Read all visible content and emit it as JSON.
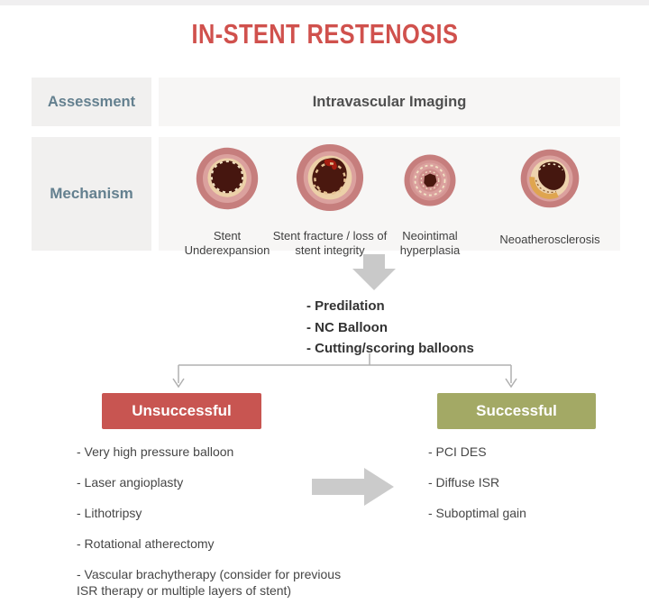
{
  "title": "IN-STENT RESTENOSIS",
  "colors": {
    "title_red": "#d0514d",
    "row_label_blue": "#64808f",
    "panel_gray": "#f7f6f5",
    "unsuccessful_bg": "#c85551",
    "successful_bg": "#a3a965",
    "arrow_gray": "#c9c9c9"
  },
  "assessment": {
    "label": "Assessment",
    "value": "Intravascular Imaging"
  },
  "mechanism": {
    "label": "Mechanism",
    "items": [
      {
        "label": "Stent Underexpansion",
        "icon": "stent-underexpansion-icon"
      },
      {
        "label": "Stent fracture / loss of stent integrity",
        "icon": "stent-fracture-icon"
      },
      {
        "label": "Neointimal hyperplasia",
        "icon": "neointimal-hyperplasia-icon"
      },
      {
        "label": "Neoatherosclerosis",
        "icon": "neoatherosclerosis-icon"
      }
    ]
  },
  "initial_treatment": {
    "items": [
      "- Predilation",
      "- NC Balloon",
      "- Cutting/scoring balloons"
    ]
  },
  "outcomes": {
    "unsuccessful": {
      "label": "Unsuccessful",
      "items": [
        "- Very high pressure balloon",
        "- Laser angioplasty",
        "- Lithotripsy",
        "- Rotational atherectomy",
        "- Vascular brachytherapy (consider for previous ISR therapy or multiple layers of stent)"
      ]
    },
    "successful": {
      "label": "Successful",
      "items": [
        "- PCI DES",
        "- Diffuse ISR",
        "- Suboptimal gain"
      ]
    }
  }
}
